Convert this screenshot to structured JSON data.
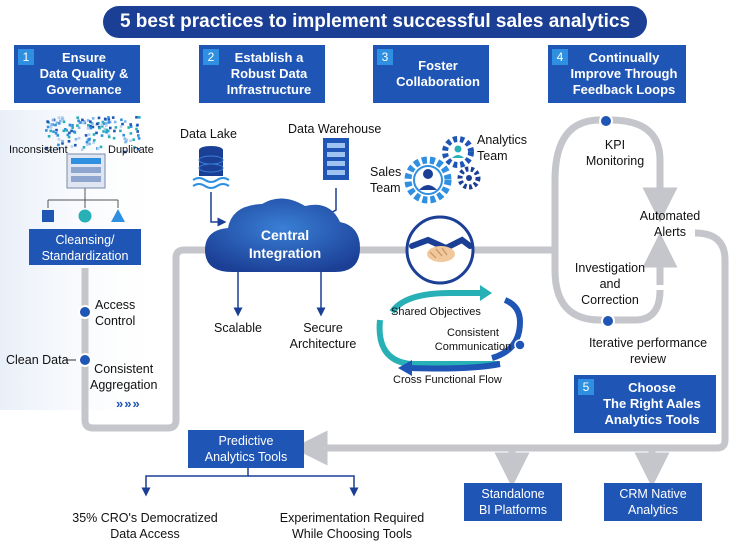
{
  "title": "5 best practices to implement successful sales analytics",
  "steps": [
    {
      "num": "1",
      "label": "Ensure\nData Quality &\nGovernance"
    },
    {
      "num": "2",
      "label": "Establish a\nRobust Data\nInfrastructure"
    },
    {
      "num": "3",
      "label": "Foster\nCollaboration"
    },
    {
      "num": "4",
      "label": "Continually\nImprove Through\nFeedback Loops"
    },
    {
      "num": "5",
      "label": "Choose\nThe Right Aales\nAnalytics Tools"
    }
  ],
  "quality": {
    "inconsistent": "Inconsistent",
    "duplicate": "Duplicate",
    "cleansing": "Cleansing/\nStandardization",
    "access_control": "Access\nControl",
    "clean_data": "Clean Data",
    "consistent_aggregation": "Consistent\nAggregation",
    "chevrons": "»»»"
  },
  "infrastructure": {
    "data_lake": "Data Lake",
    "data_warehouse": "Data Warehouse",
    "central_integration": "Central\nIntegration",
    "scalable": "Scalable",
    "secure_architecture": "Secure\nArchitecture"
  },
  "collaboration": {
    "analytics_team": "Analytics\nTeam",
    "sales_team": "Sales\nTeam",
    "shared_objectives": "Shared Objectives",
    "consistent_communication": "Consistent\nCommunication",
    "cross_functional_flow": "Cross Functional Flow"
  },
  "feedback": {
    "kpi_monitoring": "KPI\nMonitoring",
    "automated_alerts": "Automated\nAlerts",
    "investigation": "Investigation\nand\nCorrection",
    "iterative_review": "Iterative performance\nreview"
  },
  "tools": {
    "predictive": "Predictive\nAnalytics Tools",
    "standalone": "Standalone\nBI Platforms",
    "crm_native": "CRM Native\nAnalytics",
    "democratized": "35% CRO's Democratized\nData Access",
    "experimentation": "Experimentation Required\nWhile Choosing Tools"
  },
  "colors": {
    "navy": "#1b3f95",
    "blue": "#1f55b5",
    "accent": "#2f8fe0",
    "teal": "#27b0b6",
    "connector": "#c4c6cb"
  }
}
